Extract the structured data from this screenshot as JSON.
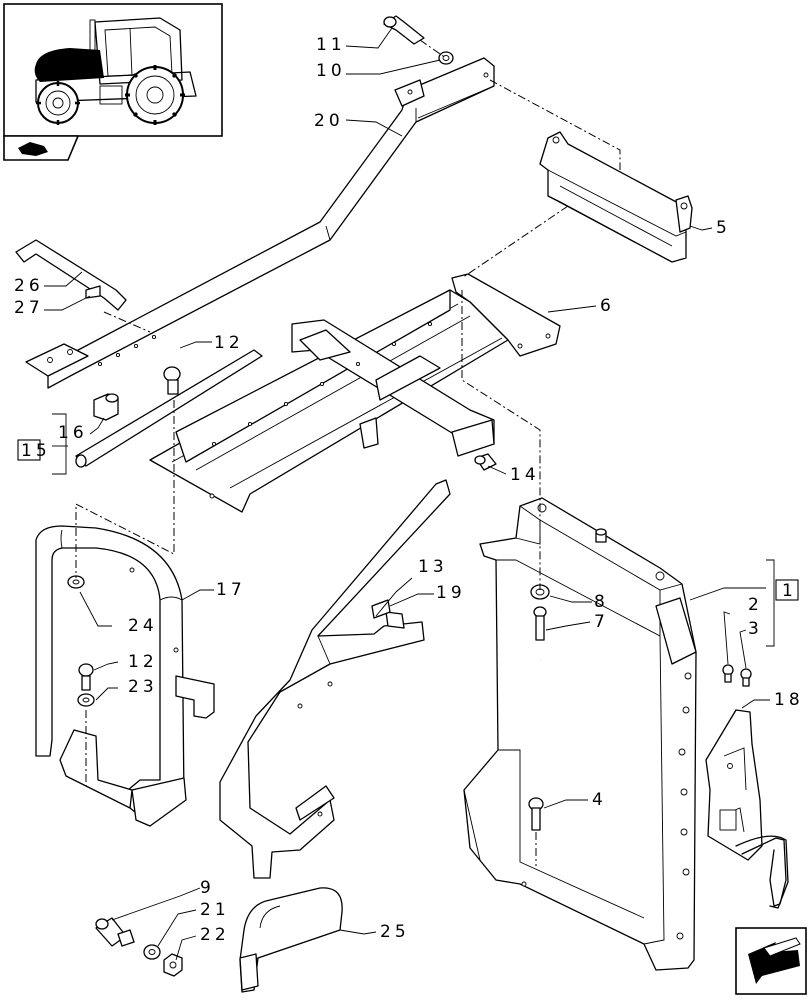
{
  "callouts": {
    "c11": "11",
    "c10": "10",
    "c20": "20",
    "c5": "5",
    "c26": "26",
    "c27": "27",
    "c6": "6",
    "c12a": "12",
    "c16": "16",
    "c15": "15",
    "c14": "14",
    "c17": "17",
    "c13": "13",
    "c19": "19",
    "c8": "8",
    "c7": "7",
    "c1": "1",
    "c2": "2",
    "c3": "3",
    "c24": "24",
    "c12b": "12",
    "c23": "23",
    "c18": "18",
    "c4": "4",
    "c9": "9",
    "c21": "21",
    "c22": "22",
    "c25": "25"
  },
  "icons": {
    "thumbnail": "tractor-thumbnail-icon",
    "section": "section-marker-icon",
    "nav": "next-page-arrow-icon"
  }
}
